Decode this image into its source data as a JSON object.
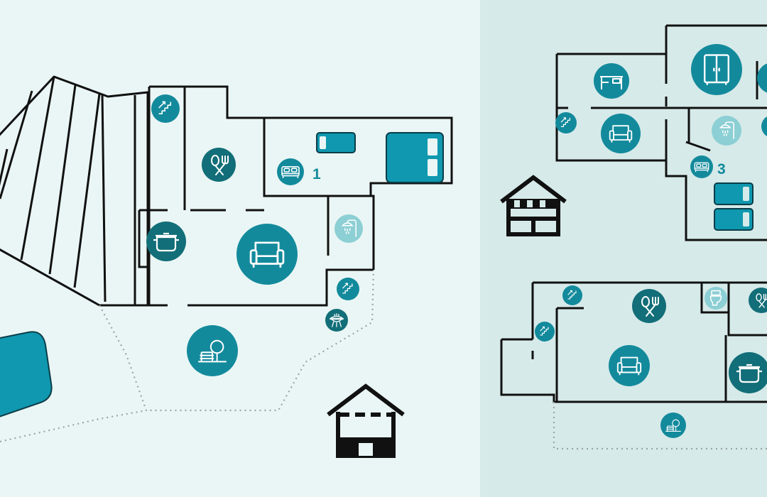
{
  "colors": {
    "background_left": "#eaf6f5",
    "background_right": "#d6eae9",
    "wall": "#111111",
    "teal": "#138a9c",
    "teal_dark": "#126e78",
    "teal_light": "#8ccfd4",
    "pool": "#0f98b0",
    "dotted": "#9aa5a5"
  },
  "floor_labels": {
    "ground_bedroom": "1",
    "upper_bedroom": "3"
  },
  "legend": {
    "ground_floor_icon": "house-ground-floor-icon",
    "upper_floor_icon": "house-upper-floor-icon"
  },
  "rooms": [
    {
      "id": "stairs-1",
      "icon": "stairs-icon"
    },
    {
      "id": "dining-1",
      "icon": "dining-icon"
    },
    {
      "id": "bedroom-1",
      "icon": "bed-icon"
    },
    {
      "id": "kitchen-1",
      "icon": "pot-icon"
    },
    {
      "id": "living-1",
      "icon": "sofa-icon"
    },
    {
      "id": "bathroom-1",
      "icon": "shower-icon"
    },
    {
      "id": "stairs-2",
      "icon": "stairs-icon"
    },
    {
      "id": "bbq",
      "icon": "grill-icon"
    },
    {
      "id": "garden",
      "icon": "garden-icon"
    },
    {
      "id": "office-upper",
      "icon": "desk-icon"
    },
    {
      "id": "wardrobe-upper",
      "icon": "wardrobe-icon"
    },
    {
      "id": "stairs-upper",
      "icon": "stairs-icon"
    },
    {
      "id": "living-upper",
      "icon": "sofa-icon"
    },
    {
      "id": "bathroom-upper",
      "icon": "shower-icon"
    },
    {
      "id": "bedroom-upper",
      "icon": "bed-icon"
    },
    {
      "id": "stairs-lower-a",
      "icon": "stairs-icon"
    },
    {
      "id": "stairs-lower-b",
      "icon": "stairs-icon"
    },
    {
      "id": "dining-lower",
      "icon": "dining-icon"
    },
    {
      "id": "toilet-lower",
      "icon": "toilet-icon"
    },
    {
      "id": "living-lower",
      "icon": "sofa-icon"
    },
    {
      "id": "kitchen-lower",
      "icon": "pot-icon"
    },
    {
      "id": "garden-lower",
      "icon": "garden-icon"
    }
  ]
}
